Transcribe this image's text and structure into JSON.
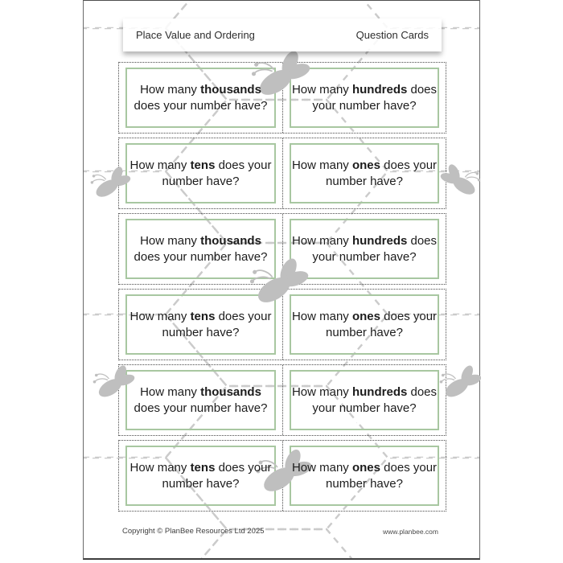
{
  "document": {
    "header": {
      "title_left": "Place Value and Ordering",
      "title_right": "Question Cards"
    },
    "cards": [
      {
        "lines": [
          [
            {
              "text": "How many ",
              "bold": false
            },
            {
              "text": "thousands",
              "bold": true
            }
          ],
          [
            {
              "text": "does your number have?",
              "bold": false
            }
          ]
        ]
      },
      {
        "lines": [
          [
            {
              "text": "How many ",
              "bold": false
            },
            {
              "text": "hundreds",
              "bold": true
            },
            {
              "text": " does",
              "bold": false
            }
          ],
          [
            {
              "text": "your number have?",
              "bold": false
            }
          ]
        ]
      },
      {
        "lines": [
          [
            {
              "text": "How many ",
              "bold": false
            },
            {
              "text": "tens",
              "bold": true
            },
            {
              "text": " does your",
              "bold": false
            }
          ],
          [
            {
              "text": "number have?",
              "bold": false
            }
          ]
        ]
      },
      {
        "lines": [
          [
            {
              "text": "How many ",
              "bold": false
            },
            {
              "text": "ones",
              "bold": true
            },
            {
              "text": " does your",
              "bold": false
            }
          ],
          [
            {
              "text": "number have?",
              "bold": false
            }
          ]
        ]
      },
      {
        "lines": [
          [
            {
              "text": "How many ",
              "bold": false
            },
            {
              "text": "thousands",
              "bold": true
            }
          ],
          [
            {
              "text": "does your number have?",
              "bold": false
            }
          ]
        ]
      },
      {
        "lines": [
          [
            {
              "text": "How many ",
              "bold": false
            },
            {
              "text": "hundreds",
              "bold": true
            },
            {
              "text": " does",
              "bold": false
            }
          ],
          [
            {
              "text": "your number have?",
              "bold": false
            }
          ]
        ]
      },
      {
        "lines": [
          [
            {
              "text": "How many ",
              "bold": false
            },
            {
              "text": "tens",
              "bold": true
            },
            {
              "text": " does your",
              "bold": false
            }
          ],
          [
            {
              "text": "number have?",
              "bold": false
            }
          ]
        ]
      },
      {
        "lines": [
          [
            {
              "text": "How many ",
              "bold": false
            },
            {
              "text": "ones",
              "bold": true
            },
            {
              "text": " does your",
              "bold": false
            }
          ],
          [
            {
              "text": "number have?",
              "bold": false
            }
          ]
        ]
      },
      {
        "lines": [
          [
            {
              "text": "How many ",
              "bold": false
            },
            {
              "text": "thousands",
              "bold": true
            }
          ],
          [
            {
              "text": "does your number have?",
              "bold": false
            }
          ]
        ]
      },
      {
        "lines": [
          [
            {
              "text": "How many ",
              "bold": false
            },
            {
              "text": "hundreds",
              "bold": true
            },
            {
              "text": " does",
              "bold": false
            }
          ],
          [
            {
              "text": "your number have?",
              "bold": false
            }
          ]
        ]
      },
      {
        "lines": [
          [
            {
              "text": "How many ",
              "bold": false
            },
            {
              "text": "tens",
              "bold": true
            },
            {
              "text": " does your",
              "bold": false
            }
          ],
          [
            {
              "text": "number have?",
              "bold": false
            }
          ]
        ]
      },
      {
        "lines": [
          [
            {
              "text": "How many ",
              "bold": false
            },
            {
              "text": "ones",
              "bold": true
            },
            {
              "text": " does your",
              "bold": false
            }
          ],
          [
            {
              "text": "number have?",
              "bold": false
            }
          ]
        ]
      }
    ],
    "footer": {
      "copyright": "Copyright © PlanBee Resources Ltd 2025",
      "website": "www.planbee.com"
    }
  },
  "icons": {
    "bee": "bee-silhouette",
    "pattern": "dashed-hexagon-grid"
  },
  "colors": {
    "card_border": "#a8c7a1",
    "cut_line": "#4a4a4a",
    "hex_pattern": "#cbcbcb",
    "bee": "#bfbfbf",
    "card_text": "#1c1c1c",
    "header_text": "#2e2e2e",
    "footer_text": "#3f3f3f",
    "page_border": "#6a6a6a"
  }
}
